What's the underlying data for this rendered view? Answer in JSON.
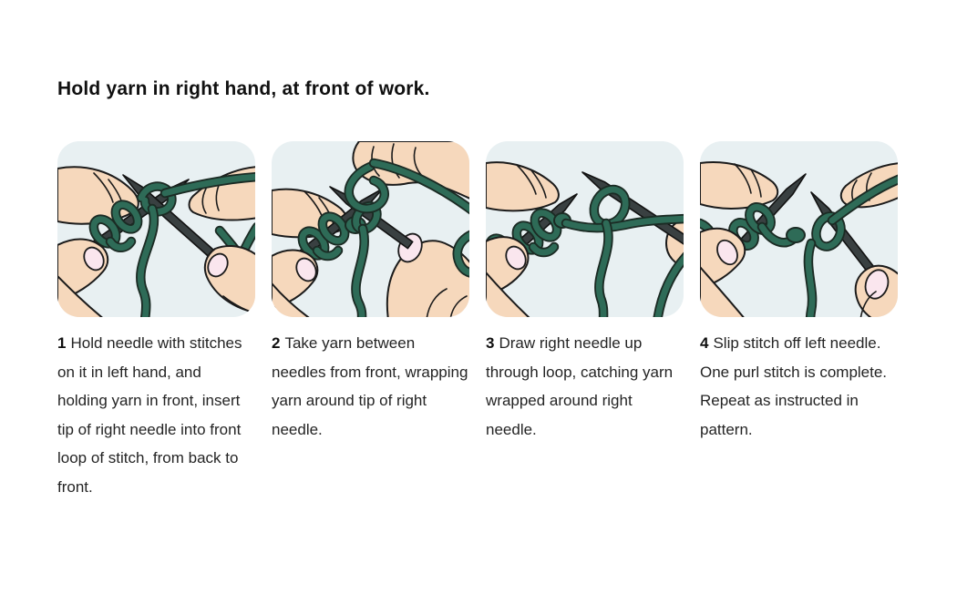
{
  "page": {
    "title": "Hold yarn in right hand, at front of work."
  },
  "steps": [
    {
      "number": "1",
      "text": "Hold needle with stitches on it in left hand, and holding yarn in front, insert tip of right needle into front loop of stitch, from back to front.",
      "illustration": "hands-crossed-needles-insert-right-tip"
    },
    {
      "number": "2",
      "text": "Take yarn between needles from front, wrapping yarn around tip of right needle.",
      "illustration": "hand-wrapping-yarn-around-right-needle-tip"
    },
    {
      "number": "3",
      "text": "Draw right needle up through loop, catching yarn wrapped around right needle.",
      "illustration": "right-needle-drawn-up-through-loop"
    },
    {
      "number": "4",
      "text": "Slip stitch off left needle. One purl stitch is complete. Repeat as instructed in pattern.",
      "illustration": "stitch-slipped-off-left-needle"
    }
  ],
  "colors": {
    "page_background": "#ffffff",
    "panel_background": "#e8f0f2",
    "yarn_green": "#2e6b57",
    "yarn_outline": "#1b2b24",
    "needle_dark": "#394041",
    "skin": "#f6d8bc",
    "nail_pink": "#fae6ee",
    "outline": "#1b1b1b",
    "title_text": "#101010",
    "caption_text": "#242424"
  }
}
